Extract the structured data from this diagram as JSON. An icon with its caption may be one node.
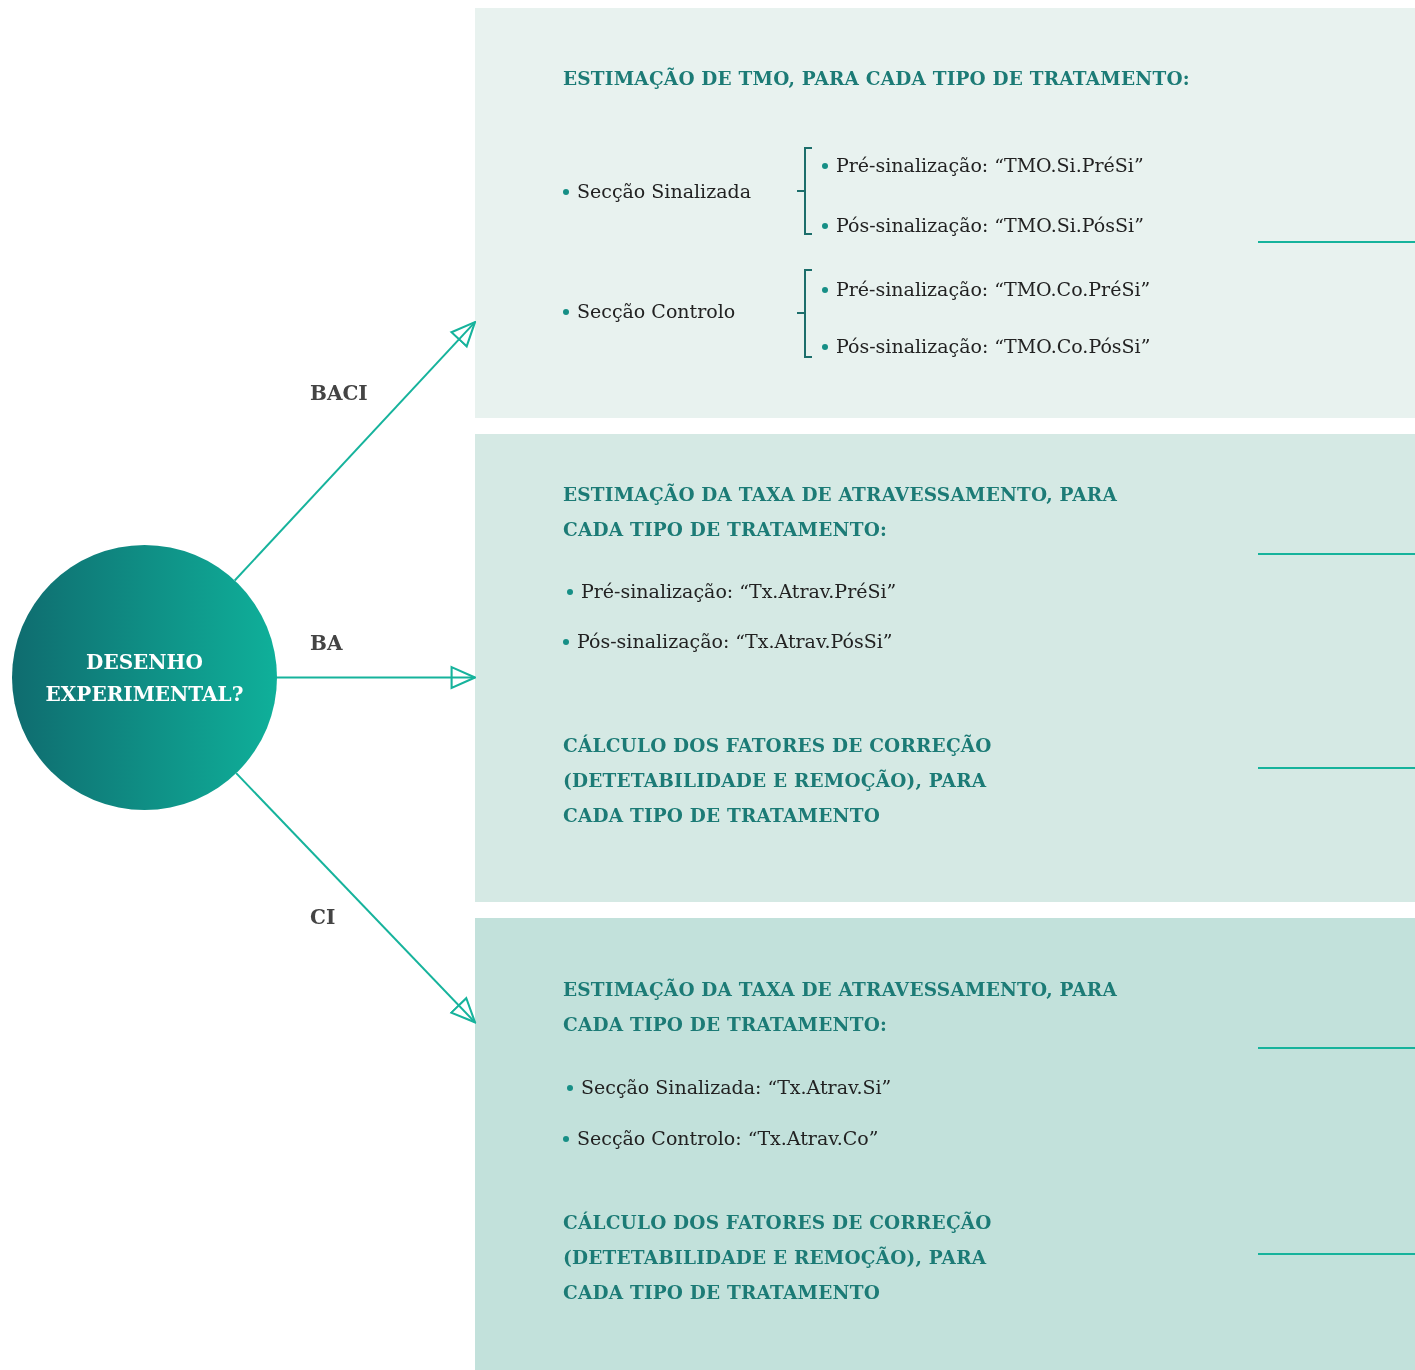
{
  "diagram": {
    "nodes": [
      {
        "text": [
          "DESENHO EXPERIMENTAL?"
        ]
      },
      {
        "text": [
          "ESTIMAÇÃO DE TMO, PARA CADA TIPO DE TRATAMENTO:",
          "Secção Sinalizada",
          "Pré-sinalização: “TMO.Si.PréSi”",
          "Pós-sinalização: “TMO.Si.PósSi”",
          "Secção Controlo",
          "Pré-sinalização: “TMO.Co.PréSi”",
          "Pós-sinalização: “TMO.Co.PósSi”"
        ]
      },
      {
        "text": [
          "ESTIMAÇÃO DA TAXA DE ATRAVESSAMENTO, PARA CADA TIPO DE TRATAMENTO:",
          "Pré-sinalização: “Tx.Atrav.PréSi”",
          "Pós-sinalização: “Tx.Atrav.PósSi”",
          "CÁLCULO DOS FATORES DE CORREÇÃO (DETETABILIDADE E REMOÇÃO), PARA CADA TIPO DE TRATAMENTO"
        ]
      },
      {
        "text": [
          "ESTIMAÇÃO DA TAXA DE ATRAVESSAMENTO, PARA CADA TIPO DE TRATAMENTO:",
          "Secção Sinalizada: “Tx.Atrav.Si”",
          "Secção Controlo: “Tx.Atrav.Co”",
          "CÁLCULO DOS FATORES DE CORREÇÃO (DETETABILIDADE E REMOÇÃO), PARA CADA TIPO DE TRATAMENTO"
        ]
      }
    ],
    "edges": [
      {
        "from": 0,
        "to": 1,
        "arrow": "to",
        "label": "BACI"
      },
      {
        "from": 0,
        "to": 2,
        "arrow": "to",
        "label": "BA"
      },
      {
        "from": 0,
        "to": 3,
        "arrow": "to",
        "label": "CI"
      },
      {
        "from": 1,
        "to": null,
        "arrow": "none"
      },
      {
        "from": 2,
        "to": null,
        "arrow": "none"
      },
      {
        "from": 2,
        "to": null,
        "arrow": "none"
      },
      {
        "from": 3,
        "to": null,
        "arrow": "none"
      },
      {
        "from": 3,
        "to": null,
        "arrow": "none"
      }
    ]
  }
}
